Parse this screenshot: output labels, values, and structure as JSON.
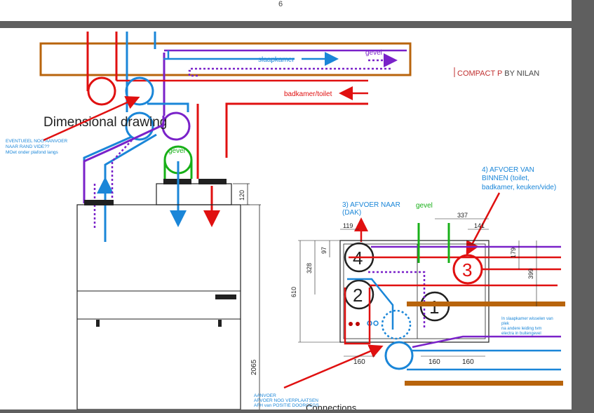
{
  "page_number_top": "6",
  "brand": {
    "main": "COMPACT P",
    "by": "BY NILAN"
  },
  "headings": {
    "dimensional": "Dimensional drawing",
    "connections": "Connections"
  },
  "labels": {
    "slaapkamer": "slaapkamer",
    "gevel_top": "gevel",
    "badkamer": "badkamer/toilet",
    "gevel_green": "gevel",
    "gevel_right": "gevel",
    "afvoer_naar_1": "3) AFVOER NAAR",
    "afvoer_naar_2": "(DAK)",
    "afvoer_van_1": "4) AFVOER VAN",
    "afvoer_van_2": "BINNEN (toilet,",
    "afvoer_van_3": "badkamer, keuken/vide)"
  },
  "notes": {
    "eventueel": [
      "EVENTUEEL NOG AANVOER",
      "NAAR RAND VIDE??",
      "MOet onder plafond langs"
    ],
    "slaapkamer_wisselen": [
      "In slaapkamer wisselen van",
      "plek",
      "na andere leiding tvm",
      "electra in buitengevel"
    ],
    "aanvoer": [
      "AANVOER",
      "AFVOER NOG VERPLAATSEN",
      "AFH van POSITIE DOORGEGS"
    ]
  },
  "dimensions": {
    "d120": "120",
    "d2065": "2065",
    "d610": "610",
    "d328": "328",
    "d97": "97",
    "d119": "119",
    "d337": "337",
    "d141": "141",
    "d179": "179",
    "d399": "399",
    "d160a": "160",
    "d160b": "160",
    "d160c": "160"
  },
  "connectors": {
    "c4": "4",
    "c2": "2",
    "c3": "3",
    "c1": "1"
  },
  "colors": {
    "red": "#e01010",
    "blue": "#1a86d8",
    "purple": "#7a22c9",
    "green": "#18b018",
    "brown": "#b8640c",
    "line": "#202020",
    "page": "#ffffff",
    "gap": "#5f5f5f"
  }
}
